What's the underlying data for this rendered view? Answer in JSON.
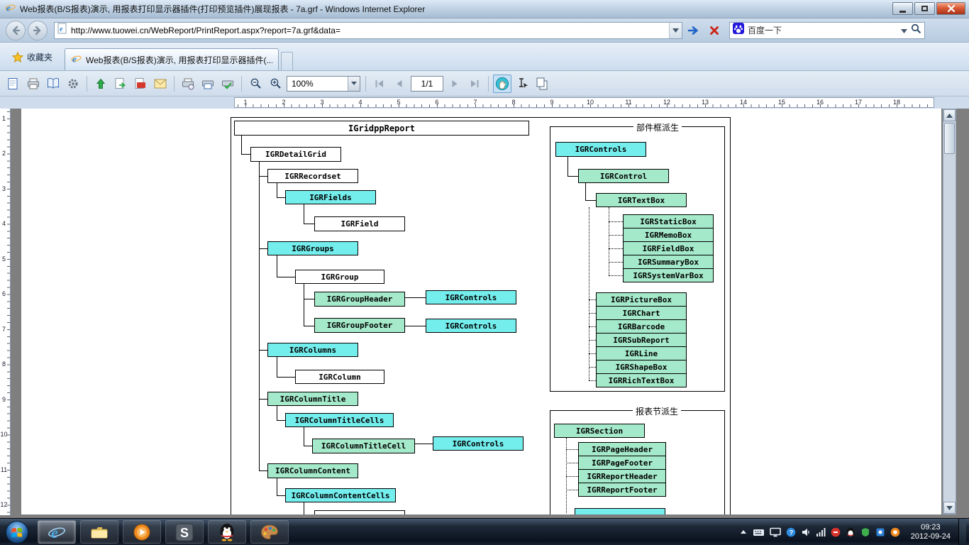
{
  "window": {
    "title": "Web报表(B/S报表)演示, 用报表打印显示器插件(打印预览插件)展现报表 - 7a.grf - Windows Internet Explorer"
  },
  "navigation": {
    "url": "http://www.tuowei.cn/WebReport/PrintReport.aspx?report=7a.grf&data=",
    "search_text": "百度一下"
  },
  "favorites_bar": {
    "favorites_label": "收藏夹",
    "tab_title": "Web报表(B/S报表)演示, 用报表打印显示器插件(..."
  },
  "viewer_toolbar": {
    "zoom_value": "100%",
    "page_indicator": "1/1"
  },
  "rulers": {
    "h": [
      "1",
      "2",
      "3",
      "4",
      "5",
      "6",
      "7",
      "8",
      "9",
      "10",
      "11",
      "12",
      "13",
      "14",
      "15",
      "16",
      "17",
      "18"
    ],
    "v": [
      "1",
      "2",
      "3",
      "4",
      "5",
      "6",
      "7",
      "8",
      "9",
      "10",
      "11",
      "12"
    ]
  },
  "diagram": {
    "root": "IGridppReport",
    "detail_grid": "IGRDetailGrid",
    "recordset": "IGRRecordset",
    "fields": "IGRFields",
    "field": "IGRField",
    "groups": "IGRGroups",
    "group": "IGRGroup",
    "group_header": "IGRGroupHeader",
    "group_footer": "IGRGroupFooter",
    "controls": "IGRControls",
    "columns": "IGRColumns",
    "column": "IGRColumn",
    "column_title": "IGRColumnTitle",
    "column_title_cells": "IGRColumnTitleCells",
    "column_title_cell": "IGRColumnTitleCell",
    "column_content": "IGRColumnContent",
    "column_content_cells": "IGRColumnContentCells"
  },
  "panel_parts": {
    "title": "部件框派生",
    "controls": "IGRControls",
    "control": "IGRControl",
    "textbox": "IGRTextBox",
    "textbox_derived": [
      "IGRStaticBox",
      "IGRMemoBox",
      "IGRFieldBox",
      "IGRSummaryBox",
      "IGRSystemVarBox"
    ],
    "control_derived": [
      "IGRPictureBox",
      "IGRChart",
      "IGRBarcode",
      "IGRSubReport",
      "IGRLine",
      "IGRShapeBox",
      "IGRRichTextBox"
    ]
  },
  "panel_sections": {
    "title": "报表节派生",
    "section": "IGRSection",
    "derived": [
      "IGRPageHeader",
      "IGRPageFooter",
      "IGRReportHeader",
      "IGRReportFooter"
    ]
  },
  "taskbar": {
    "time": "09:23",
    "date": "2012-09-24"
  },
  "colors": {
    "cyan_box": "#74eded",
    "green_box": "#a4e9c9",
    "title_bar": "#bccfe2",
    "preview_background": "#7f7f7f"
  }
}
